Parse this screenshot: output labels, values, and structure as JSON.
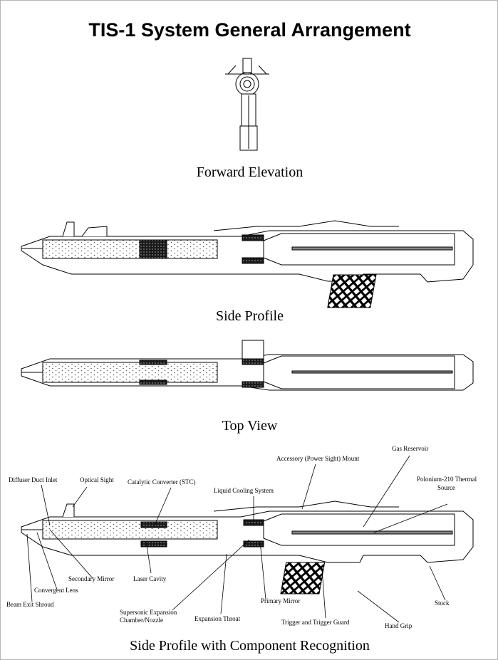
{
  "title": "TIS-1 System General Arrangement",
  "views": {
    "forward_elevation": "Forward Elevation",
    "side_profile": "Side Profile",
    "top_view": "Top View",
    "side_profile_components": "Side Profile with Component Recognition"
  },
  "labels": {
    "diffuser_duct_inlet": "Diffuser Duct Inlet",
    "optical_sight": "Optical Sight",
    "catalytic_converter": "Catalytic Converter (STC)",
    "liquid_cooling_system": "Liquid Cooling System",
    "accessory_mount": "Accessory (Power Sight) Mount",
    "gas_reservoir": "Gas Reservoir",
    "polonium_line1": "Polonium-210 Thermal",
    "polonium_line2": "Source",
    "secondary_mirror": "Secondary Mirror",
    "laser_cavity": "Laser Cavity",
    "convergent_lens": "Convergent Lens",
    "beam_exit_shroud": "Beam Exit Shroud",
    "supersonic_line1": "Supersonic Expansion",
    "supersonic_line2": "Chamber/Nozzle",
    "expansion_throat": "Expansion Throat",
    "primary_mirror": "Primary Mirror",
    "trigger": "Trigger and Trigger Guard",
    "hand_grip": "Hand Grip",
    "stock": "Stock"
  },
  "colors": {
    "line": "#000000",
    "background": "#ffffff",
    "fill_dark": "#1a1a1a",
    "fill_stipple": "#dcdcdc"
  }
}
